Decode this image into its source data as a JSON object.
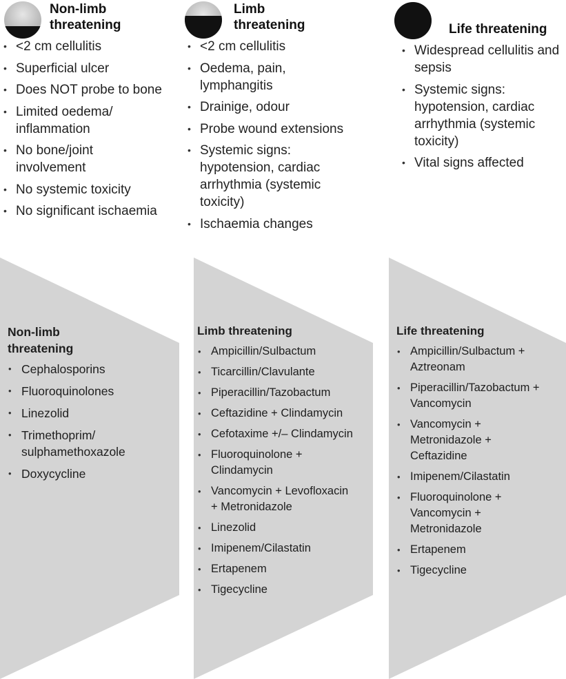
{
  "colors": {
    "panel": "#d4d4d4",
    "circle_fill": "#111111"
  },
  "columns": [
    {
      "title": "Non-limb threatening",
      "severity_fill_fraction": 0.33,
      "symptoms": [
        "<2 cm cellulitis",
        "Superficial ulcer",
        "Does NOT probe to bone",
        "Limited oedema/ inflammation",
        "No bone/joint involvement",
        "No systemic toxicity",
        "No significant ischaemia"
      ],
      "treatment_title": "Non-limb threatening",
      "treatments": [
        "Cephalosporins",
        "Fluoroquinolones",
        "Linezolid",
        "Trimethoprim/ sulphamethoxazole",
        "Doxycycline"
      ]
    },
    {
      "title": "Limb threatening",
      "severity_fill_fraction": 0.62,
      "symptoms": [
        "<2 cm cellulitis",
        "Oedema, pain, lymphangitis",
        "Drainige, odour",
        "Probe wound extensions",
        "Systemic signs: hypotension, cardiac arrhythmia (systemic toxicity)",
        "Ischaemia changes"
      ],
      "treatment_title": "Limb threatening",
      "treatments": [
        "Ampicillin/Sulbactum",
        "Ticarcillin/Clavulante",
        "Piperacillin/Tazobactum",
        "Ceftazidine + Clindamycin",
        "Cefotaxime +/– Clindamycin",
        "Fluoroquinolone + Clindamycin",
        "Vancomycin + Levofloxacin + Metronidazole",
        "Linezolid",
        "Imipenem/Cilastatin",
        "Ertapenem",
        "Tigecycline"
      ]
    },
    {
      "title": "Life threatening",
      "severity_fill_fraction": 1.0,
      "symptoms": [
        "Widespread cellulitis and sepsis",
        "Systemic signs: hypotension, cardiac arrhythmia (systemic toxicity)",
        "Vital signs affected"
      ],
      "treatment_title": "Life threatening",
      "treatments": [
        "Ampicillin/Sulbactum + Aztreonam",
        "Piperacillin/Tazobactum + Vancomycin",
        "Vancomycin + Metronidazole + Ceftazidine",
        "Imipenem/Cilastatin",
        "Fluoroquinolone + Vancomycin + Metronidazole",
        "Ertapenem",
        "Tigecycline"
      ]
    }
  ]
}
